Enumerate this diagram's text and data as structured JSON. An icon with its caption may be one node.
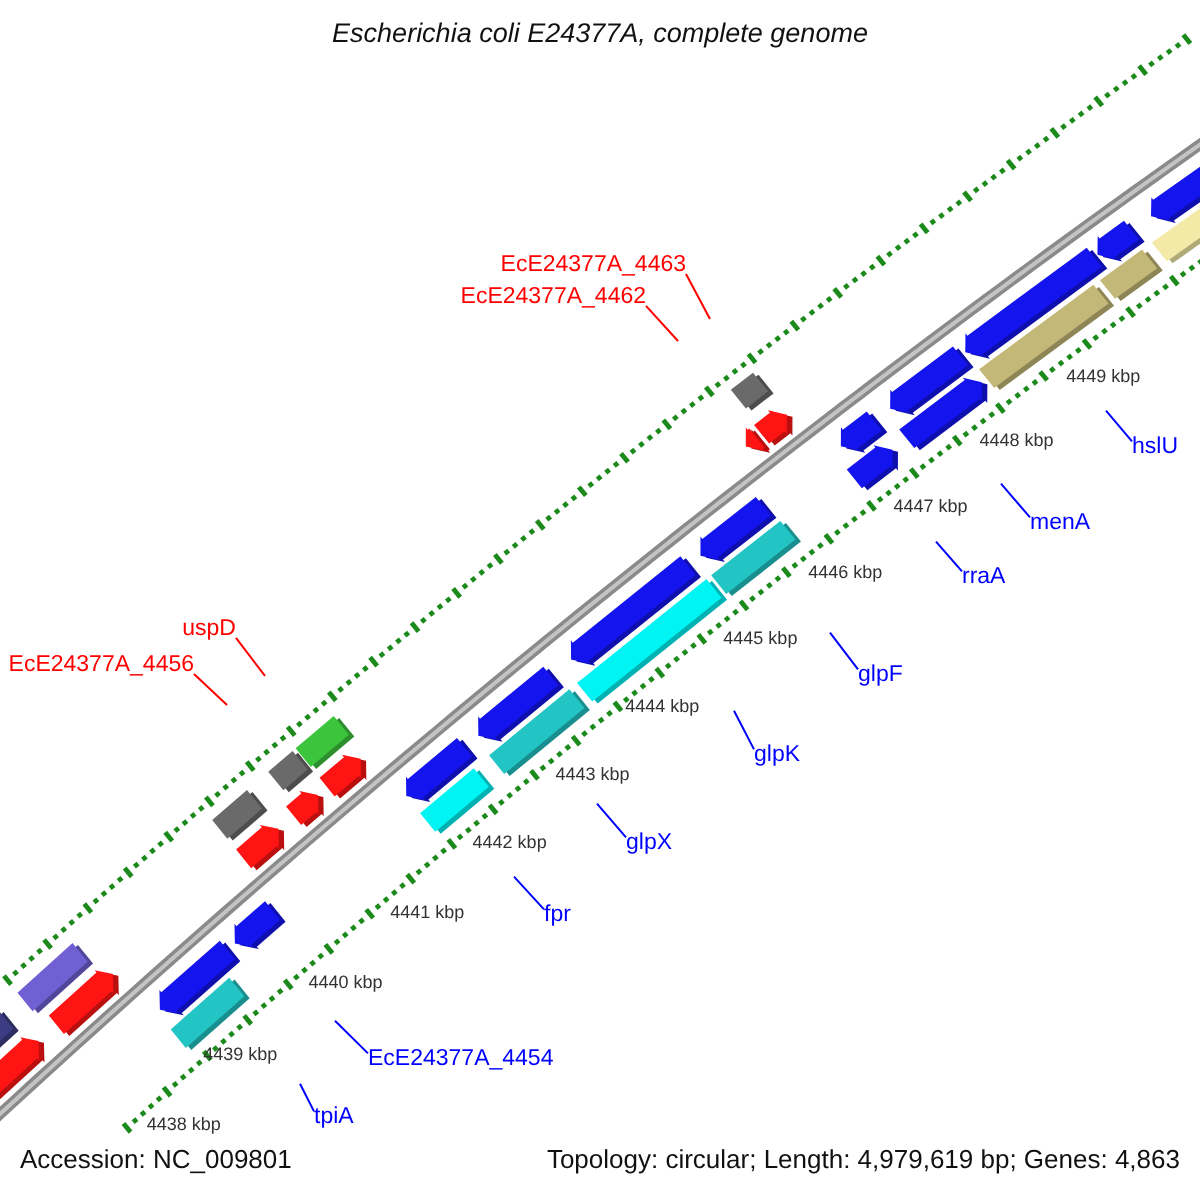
{
  "diagram": {
    "title": "Escherichia coli E24377A, complete genome",
    "nodes": [
      {
        "text": [
          "EcE24377A_4463"
        ]
      },
      {
        "text": [
          "EcE24377A_4462"
        ]
      },
      {
        "text": [
          "hslU"
        ]
      },
      {
        "text": [
          "menA"
        ]
      },
      {
        "text": [
          "rraA"
        ]
      },
      {
        "text": [
          "uspD"
        ]
      },
      {
        "text": [
          "EcE24377A_4456"
        ]
      },
      {
        "text": [
          "glpF"
        ]
      },
      {
        "text": [
          "glpK"
        ]
      },
      {
        "text": [
          "glpX"
        ]
      },
      {
        "text": [
          "fpr"
        ]
      },
      {
        "text": [
          "EcE24377A_4454"
        ]
      },
      {
        "text": [
          "tpiA"
        ]
      }
    ],
    "edges": [
      {
        "from": 0,
        "to": null,
        "arrow": "none",
        "color": "#ff0000"
      },
      {
        "from": 1,
        "to": null,
        "arrow": "none",
        "color": "#ff0000"
      },
      {
        "from": 2,
        "to": null,
        "arrow": "none"
      },
      {
        "from": 3,
        "to": null,
        "arrow": "none"
      },
      {
        "from": 4,
        "to": null,
        "arrow": "none"
      },
      {
        "from": 5,
        "to": null,
        "arrow": "none",
        "color": "#ff0000"
      },
      {
        "from": 6,
        "to": null,
        "arrow": "none",
        "color": "#ff0000"
      },
      {
        "from": 7,
        "to": null,
        "arrow": "none"
      },
      {
        "from": 8,
        "to": null,
        "arrow": "none"
      },
      {
        "from": 9,
        "to": null,
        "arrow": "none"
      },
      {
        "from": 10,
        "to": null,
        "arrow": "none"
      },
      {
        "from": 11,
        "to": null,
        "arrow": "none"
      },
      {
        "from": 12,
        "to": null,
        "arrow": "none"
      }
    ],
    "labels": [
      "4449 kbp",
      "4448 kbp",
      "4447 kbp",
      "4446 kbp",
      "4445 kbp",
      "4444 kbp",
      "4443 kbp",
      "4442 kbp",
      "4441 kbp",
      "4440 kbp",
      "4439 kbp",
      "4438 kbp",
      "Accession: NC_009801",
      "Topology: circular; Length: 4,979,619 bp; Genes: 4,863"
    ]
  }
}
